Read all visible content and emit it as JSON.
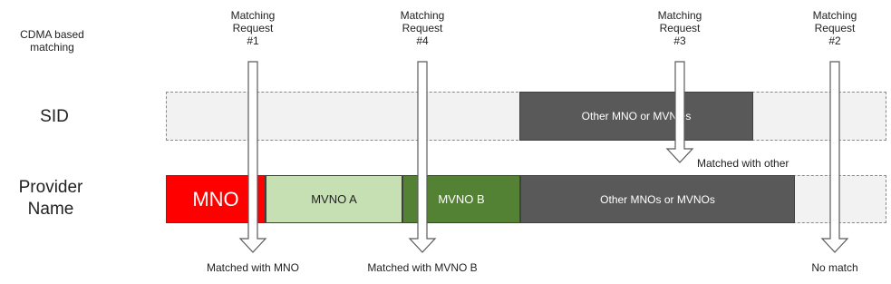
{
  "header": {
    "title": "CDMA based\nmatching"
  },
  "rows": {
    "sid_label": "SID",
    "provider_label": "Provider\nName"
  },
  "sid_bar": {
    "other_label": "Other MNO or MVNOs"
  },
  "provider_bar": {
    "segments": [
      {
        "label": "MNO",
        "color": "#ff0000"
      },
      {
        "label": "MVNO A",
        "color": "#c6e0b4"
      },
      {
        "label": "MVNO B",
        "color": "#548235"
      },
      {
        "label": "Other MNOs or MVNOs",
        "color": "#595959"
      },
      {
        "label": "",
        "color": "#f2f2f2"
      }
    ]
  },
  "requests": [
    {
      "label": "Matching\nRequest\n#1",
      "result": "Matched with MNO"
    },
    {
      "label": "Matching\nRequest\n#4",
      "result": "Matched with MVNO B"
    },
    {
      "label": "Matching\nRequest\n#3",
      "result": "Matched with other"
    },
    {
      "label": "Matching\nRequest\n#2",
      "result": "No match"
    }
  ],
  "colors": {
    "dark_gray": "#595959",
    "light_gray": "#f2f2f2",
    "red": "#ff0000",
    "light_green": "#c6e0b4",
    "dark_green": "#548235"
  }
}
